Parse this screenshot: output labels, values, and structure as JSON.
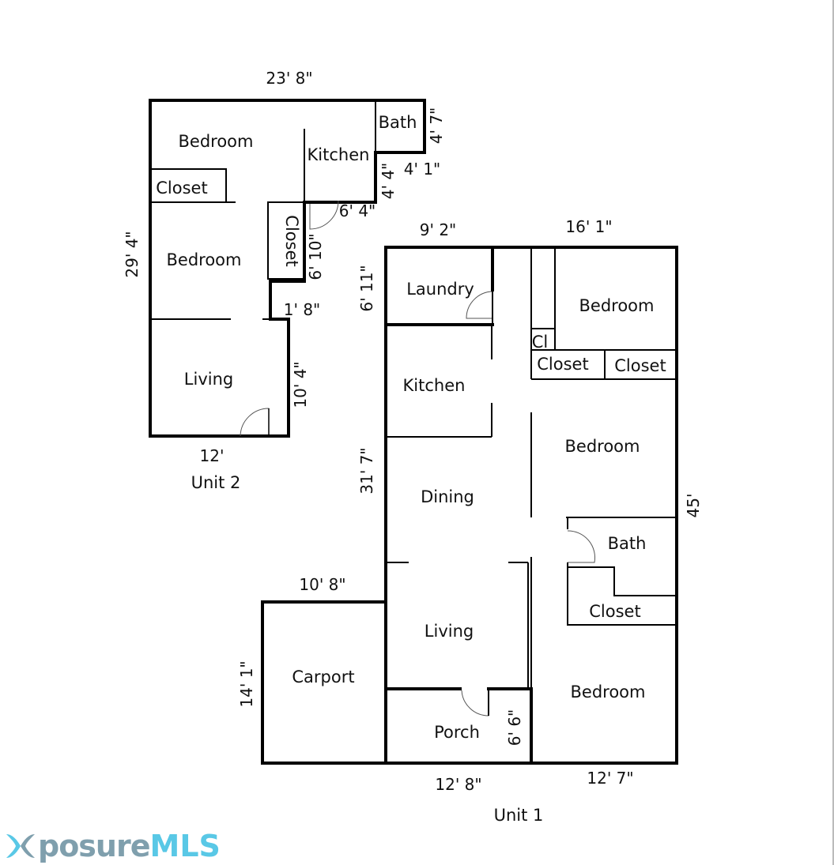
{
  "unit2": {
    "name": "Unit 2",
    "rooms": {
      "bedroom_top": "Bedroom",
      "closet_left": "Closet",
      "kitchen": "Kitchen",
      "bath": "Bath",
      "closet_vertical": "Closet",
      "bedroom_mid": "Bedroom",
      "living": "Living"
    },
    "dims": {
      "top_width": "23' 8\"",
      "left_height": "29' 4\"",
      "bath_height": "4' 7\"",
      "bath_width": "4' 1\"",
      "step_height": "4' 4\"",
      "step_width": "6' 4\"",
      "closet_height": "6' 10\"",
      "notch_width": "1' 8\"",
      "living_height": "10' 4\"",
      "bottom_width": "12'"
    }
  },
  "unit1": {
    "name": "Unit 1",
    "rooms": {
      "laundry": "Laundry",
      "bedroom_top": "Bedroom",
      "cl": "Cl",
      "closet_a": "Closet",
      "closet_b": "Closet",
      "kitchen": "Kitchen",
      "bedroom_mid": "Bedroom",
      "dining": "Dining",
      "bath": "Bath",
      "closet_c": "Closet",
      "living": "Living",
      "carport": "Carport",
      "bedroom_bottom": "Bedroom",
      "porch": "Porch"
    },
    "dims": {
      "laundry_width": "9' 2\"",
      "right_width": "16' 1\"",
      "laundry_height": "6' 11\"",
      "left_height": "31' 7\"",
      "right_height": "45'",
      "carport_width": "10' 8\"",
      "carport_height": "14' 1\"",
      "porch_height": "6' 6\"",
      "porch_width": "12' 8\"",
      "bottom_right_width": "12' 7\""
    }
  },
  "logo": {
    "brand": "XposureMLS",
    "icon": "x-logo-icon",
    "text_posure": "posure",
    "text_mls": "MLS",
    "color_grey": "#7f9fad",
    "color_blue": "#59c8e6"
  }
}
